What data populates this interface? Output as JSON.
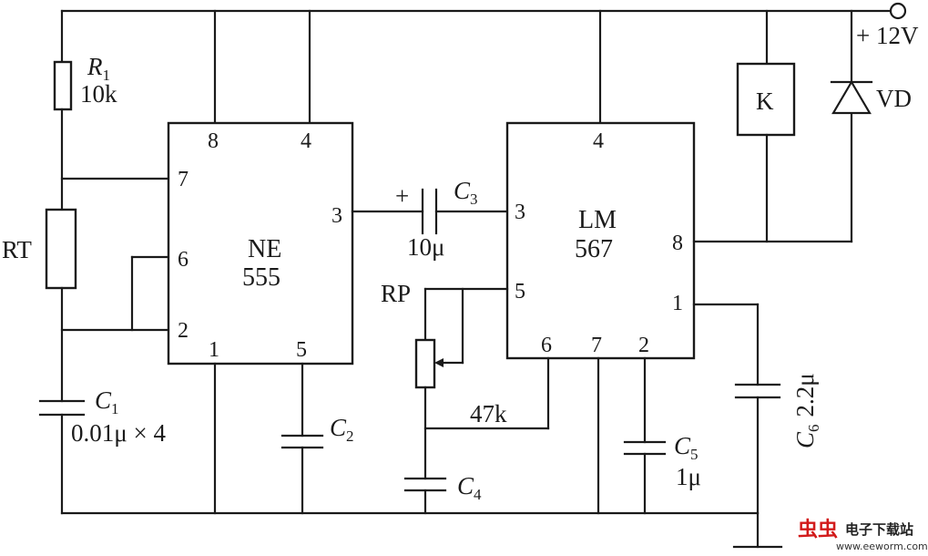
{
  "supply": {
    "label": "+ 12V"
  },
  "components": {
    "R1": {
      "name": "R",
      "sub": "1",
      "value": "10k"
    },
    "RT": {
      "name": "RT"
    },
    "C1": {
      "name": "C",
      "sub": "1",
      "value": "0.01μ × 4"
    },
    "C2": {
      "name": "C",
      "sub": "2"
    },
    "C3": {
      "name": "C",
      "sub": "3",
      "polarity": "+",
      "value": "10μ"
    },
    "C4": {
      "name": "C",
      "sub": "4"
    },
    "C5": {
      "name": "C",
      "sub": "5",
      "value": "1μ"
    },
    "C6": {
      "name": "C",
      "sub": "6",
      "value": "2.2μ"
    },
    "RP": {
      "name": "RP",
      "value": "47k"
    },
    "K": {
      "name": "K"
    },
    "VD": {
      "name": "VD"
    }
  },
  "ic1": {
    "line1": "NE",
    "line2": "555",
    "pins": {
      "p8": "8",
      "p4": "4",
      "p7": "7",
      "p6": "6",
      "p2": "2",
      "p3": "3",
      "p1": "1",
      "p5": "5"
    }
  },
  "ic2": {
    "line1": "LM",
    "line2": "567",
    "pins": {
      "p4": "4",
      "p3": "3",
      "p8": "8",
      "p5": "5",
      "p1": "1",
      "p6": "6",
      "p7": "7",
      "p2": "2"
    }
  },
  "watermark": {
    "brand_cn": "电子下载站",
    "url": "www.eeworm.com",
    "logo": "虫虫"
  }
}
